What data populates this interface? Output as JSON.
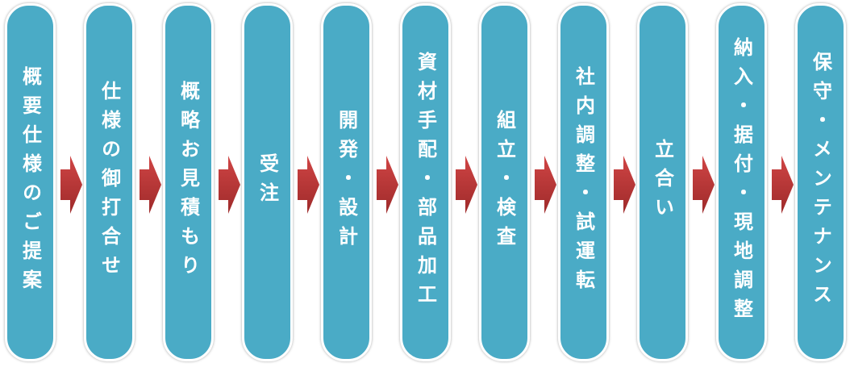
{
  "steps": [
    {
      "label": "概要仕様のご提案"
    },
    {
      "label": "仕様の御打合せ"
    },
    {
      "label": "概略お見積もり"
    },
    {
      "label": "受注"
    },
    {
      "label": "開発・設計"
    },
    {
      "label": "資材手配・部品加工"
    },
    {
      "label": "組立・検査"
    },
    {
      "label": "社内調整・試運転"
    },
    {
      "label": "立合い"
    },
    {
      "label": "納入・据付・現地調整"
    },
    {
      "label": "保守・メンテナンス"
    }
  ],
  "colors": {
    "step": "#4aabc6",
    "arrow": "#c0393a"
  }
}
